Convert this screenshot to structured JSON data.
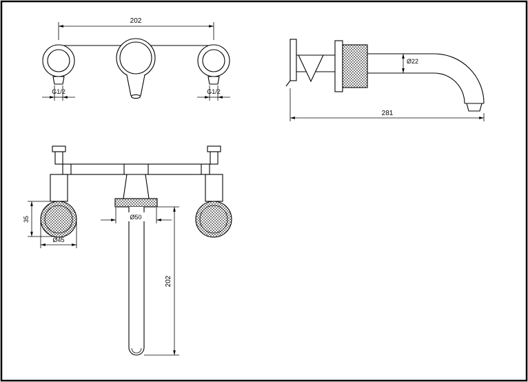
{
  "drawing": {
    "type": "technical-dimension-drawing",
    "colors": {
      "line": "#000000",
      "background": "#ffffff"
    },
    "views": {
      "front": {
        "dim_width": "202",
        "thread_left": "G1/2",
        "thread_right": "G1/2"
      },
      "side": {
        "dim_diameter": "Ø22",
        "dim_length": "281"
      },
      "plan": {
        "dim_base_height": "35",
        "dim_base_diameter": "Ø45",
        "dim_flange_diameter": "Ø50",
        "dim_spout_length": "202"
      }
    }
  }
}
